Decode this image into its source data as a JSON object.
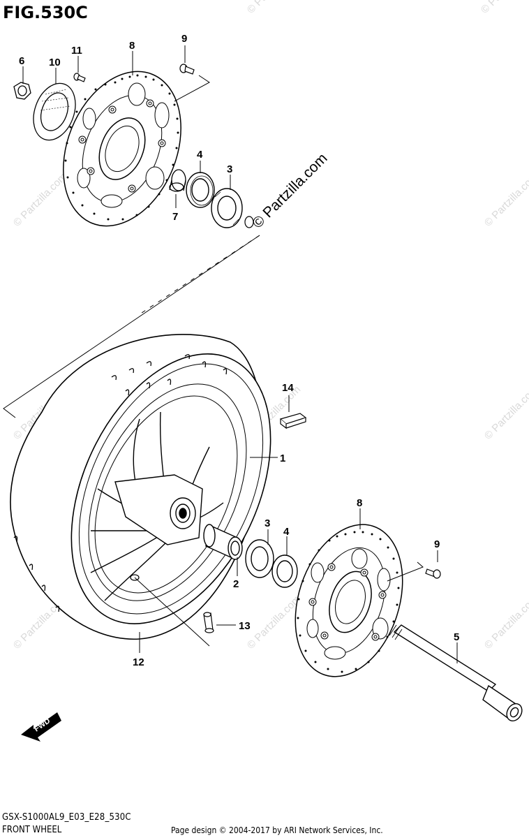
{
  "figure": {
    "title": "FIG.530C",
    "model_code": "GSX-S1000AL9_E03_E28_530C",
    "section_name": "FRONT WHEEL",
    "credit": "Page design © 2004-2017 by ARI Network Services, Inc.",
    "brand_watermark": "© Partzilla.com",
    "watermark_text": "© Partzilla.com",
    "direction_label": "FWD"
  },
  "callouts": {
    "c1": "1",
    "c2": "2",
    "c3a": "3",
    "c3b": "3",
    "c4a": "4",
    "c4b": "4",
    "c5": "5",
    "c6": "6",
    "c7": "7",
    "c8a": "8",
    "c8b": "8",
    "c9a": "9",
    "c9b": "9",
    "c10": "10",
    "c11": "11",
    "c12": "12",
    "c13": "13",
    "c14": "14"
  }
}
